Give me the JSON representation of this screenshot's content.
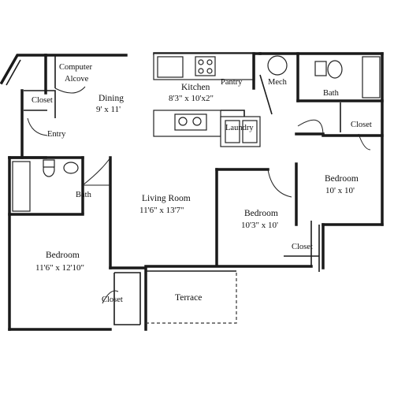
{
  "labels": {
    "computer_alcove": [
      "Computer",
      "Alcove"
    ],
    "closet_entry": "Closet",
    "entry": "Entry",
    "dining": {
      "name": "Dining",
      "size": "9' x 11'"
    },
    "kitchen": {
      "name": "Kitchen",
      "size": "8'3\" x 10'x2\""
    },
    "pantry": "Pantry",
    "mech": "Mech",
    "laundry": "Laundry",
    "bath_top": "Bath",
    "closet_top": "Closet",
    "bedroom_right": {
      "name": "Bedroom",
      "size": "10' x 10'"
    },
    "bath_left": "Bath",
    "living_room": {
      "name": "Living Room",
      "size": "11'6\" x 13'7\""
    },
    "bedroom_mid": {
      "name": "Bedroom",
      "size": "10'3\" x 10'"
    },
    "closet_mid": "Closet",
    "bedroom_left": {
      "name": "Bedroom",
      "size": "11'6\" x 12'10\""
    },
    "closet_left": "Closet",
    "terrace": "Terrace"
  }
}
